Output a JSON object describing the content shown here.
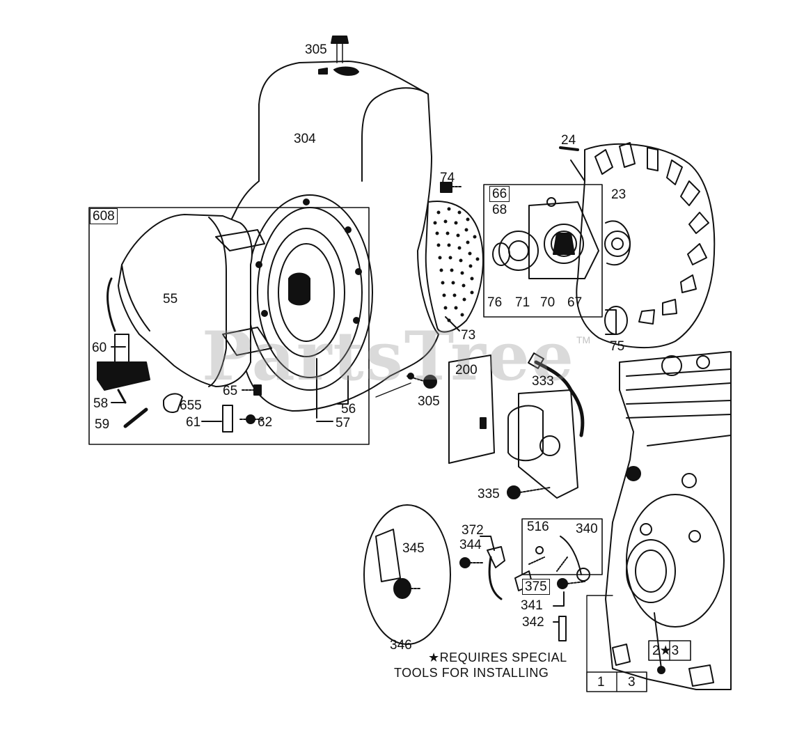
{
  "watermark": "PartsTree",
  "watermark_tm": "TM",
  "note": {
    "line1": "★REQUIRES SPECIAL",
    "line2": "TOOLS FOR INSTALLING"
  },
  "labels": {
    "p305_top": "305",
    "p304": "304",
    "p608": "608",
    "p55": "55",
    "p60": "60",
    "p58": "58",
    "p59": "59",
    "p655": "655",
    "p61": "61",
    "p62": "62",
    "p65": "65",
    "p56": "56",
    "p57": "57",
    "p305_mid": "305",
    "p73": "73",
    "p74": "74",
    "p66": "66",
    "p68": "68",
    "p76": "76",
    "p71": "71",
    "p70": "70",
    "p67": "67",
    "p24": "24",
    "p23": "23",
    "p75": "75",
    "p200": "200",
    "p333": "333",
    "p335": "335",
    "p345": "345",
    "p346": "346",
    "p372": "372",
    "p344": "344",
    "p516": "516",
    "p340": "340",
    "p375": "375",
    "p341": "341",
    "p342": "342",
    "p2star3": "2★3",
    "p1": "1",
    "p3": "3"
  }
}
